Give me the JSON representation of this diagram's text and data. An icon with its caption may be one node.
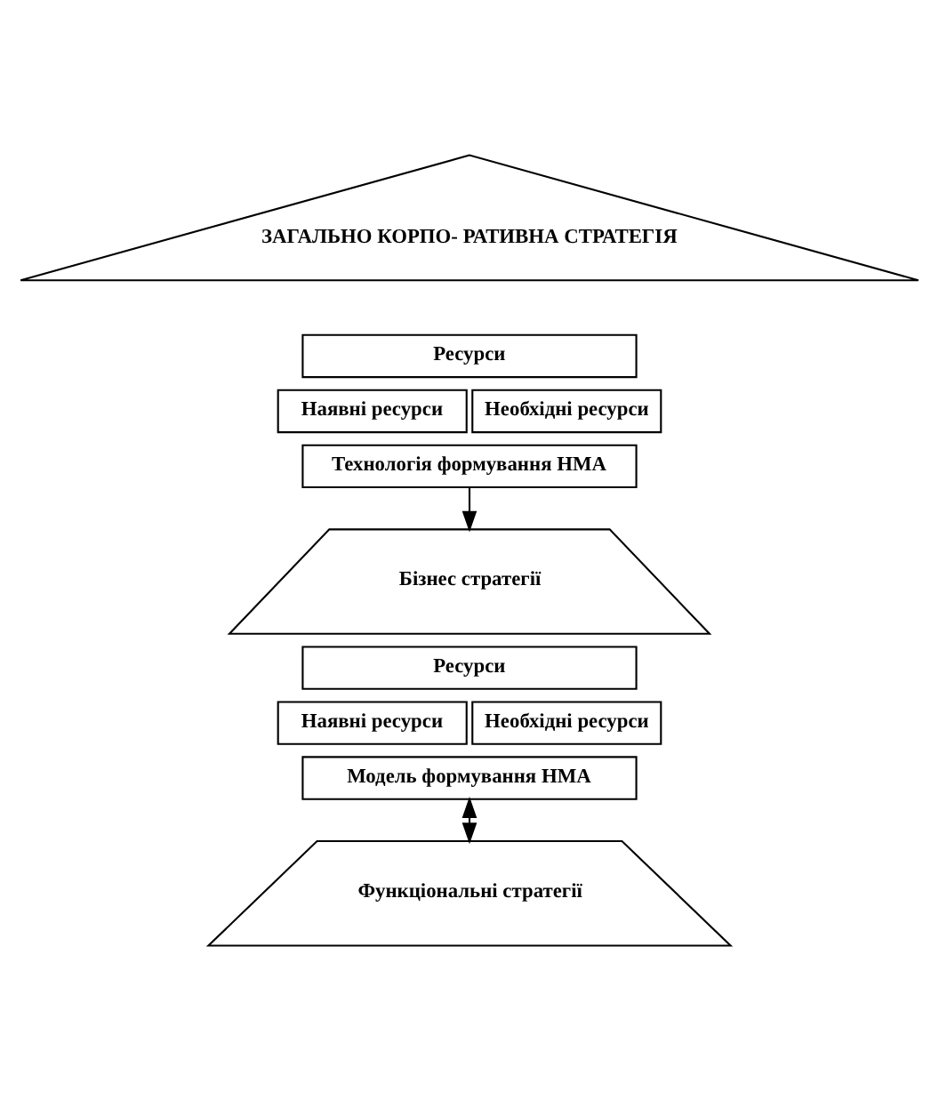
{
  "diagram": {
    "nodes": [
      {
        "text": [
          "ЗАГАЛЬНО КОРПО- РАТИВНА СТРАТЕГІЯ"
        ]
      },
      {
        "text": [
          "Ресурси"
        ]
      },
      {
        "text": [
          "Наявні ресурси"
        ]
      },
      {
        "text": [
          "Необхідні ресурси"
        ]
      },
      {
        "text": [
          "Технологія формування НМА"
        ]
      },
      {
        "text": [
          "Бізнес стратегії"
        ]
      },
      {
        "text": [
          "Ресурси"
        ]
      },
      {
        "text": [
          "Наявні ресурси"
        ]
      },
      {
        "text": [
          "Необхідні ресурси"
        ]
      },
      {
        "text": [
          "Модель формування НМА"
        ]
      },
      {
        "text": [
          "Функціональні стратегії"
        ]
      }
    ],
    "edges": [
      {
        "from": 4,
        "to": 5,
        "arrow": "to"
      },
      {
        "from": 9,
        "to": 10,
        "arrow": "both"
      }
    ]
  }
}
